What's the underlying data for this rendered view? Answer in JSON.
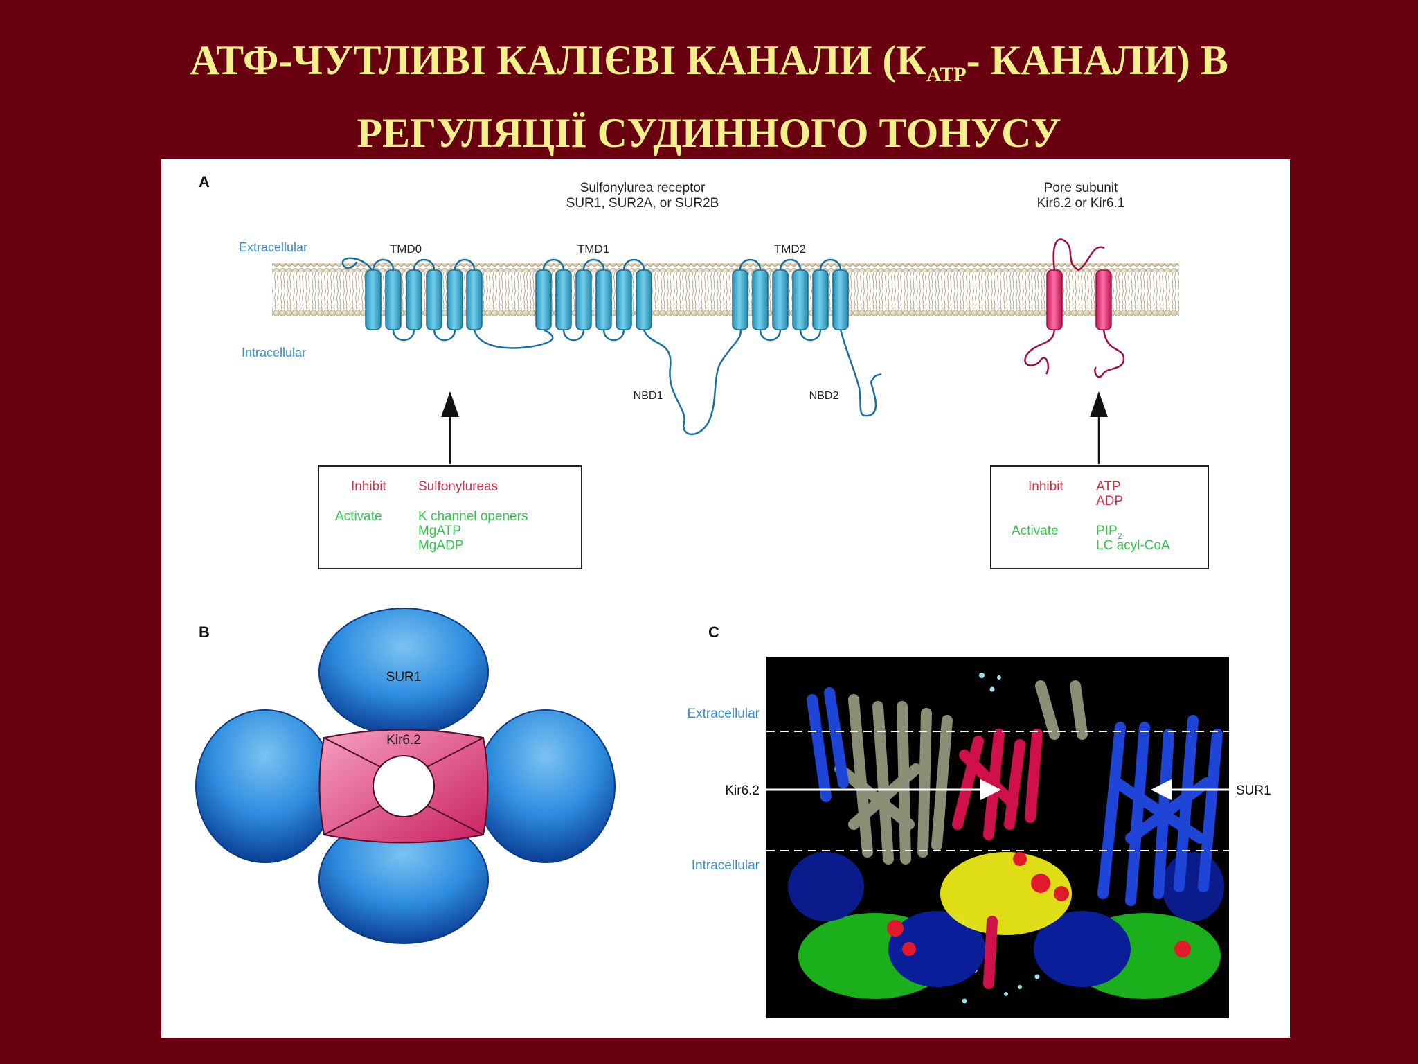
{
  "slide": {
    "title_line1_pre": "АТФ-ЧУТЛИВІ КАЛІЄВІ КАНАЛИ (К",
    "title_sub": "ATP",
    "title_line1_post": "- КАНАЛИ) В",
    "title_line2": "РЕГУЛЯЦІЇ СУДИННОГО ТОНУСУ"
  },
  "panel_a": {
    "letter": "A",
    "sur_title": "Sulfonylurea receptor",
    "sur_subtitle": "SUR1, SUR2A, or SUR2B",
    "pore_title": "Pore subunit",
    "pore_subtitle": "Kir6.2 or Kir6.1",
    "extracellular": "Extracellular",
    "intracellular": "Intracellular",
    "tmd0": "TMD0",
    "tmd1": "TMD1",
    "tmd2": "TMD2",
    "nbd1": "NBD1",
    "nbd2": "NBD2",
    "box_left": {
      "inhibit_label": "Inhibit",
      "inhibit_value": "Sulfonylureas",
      "activate_label": "Activate",
      "activate_values": [
        "K channel openers",
        "MgATP",
        "MgADP"
      ]
    },
    "box_right": {
      "inhibit_label": "Inhibit",
      "inhibit_values": [
        "ATP",
        "ADP"
      ],
      "activate_label": "Activate",
      "activate_value1": "PIP",
      "activate_value1_sub": "2",
      "activate_value2": "LC acyl-CoA"
    }
  },
  "panel_b": {
    "letter": "B",
    "sur_label": "SUR1",
    "kir_label": "Kir6.2"
  },
  "panel_c": {
    "letter": "C",
    "extracellular": "Extracellular",
    "intracellular": "Intracellular",
    "kir_label": "Kir6.2",
    "sur_label": "SUR1"
  },
  "colors": {
    "background": "#690010",
    "title": "#f4f08c",
    "sur_blue": "#3aa9cf",
    "kir_pink": "#e2417e",
    "inhibit_red": "#d22d47",
    "activate_green": "#33c34a",
    "label_blue": "#3590c9"
  }
}
